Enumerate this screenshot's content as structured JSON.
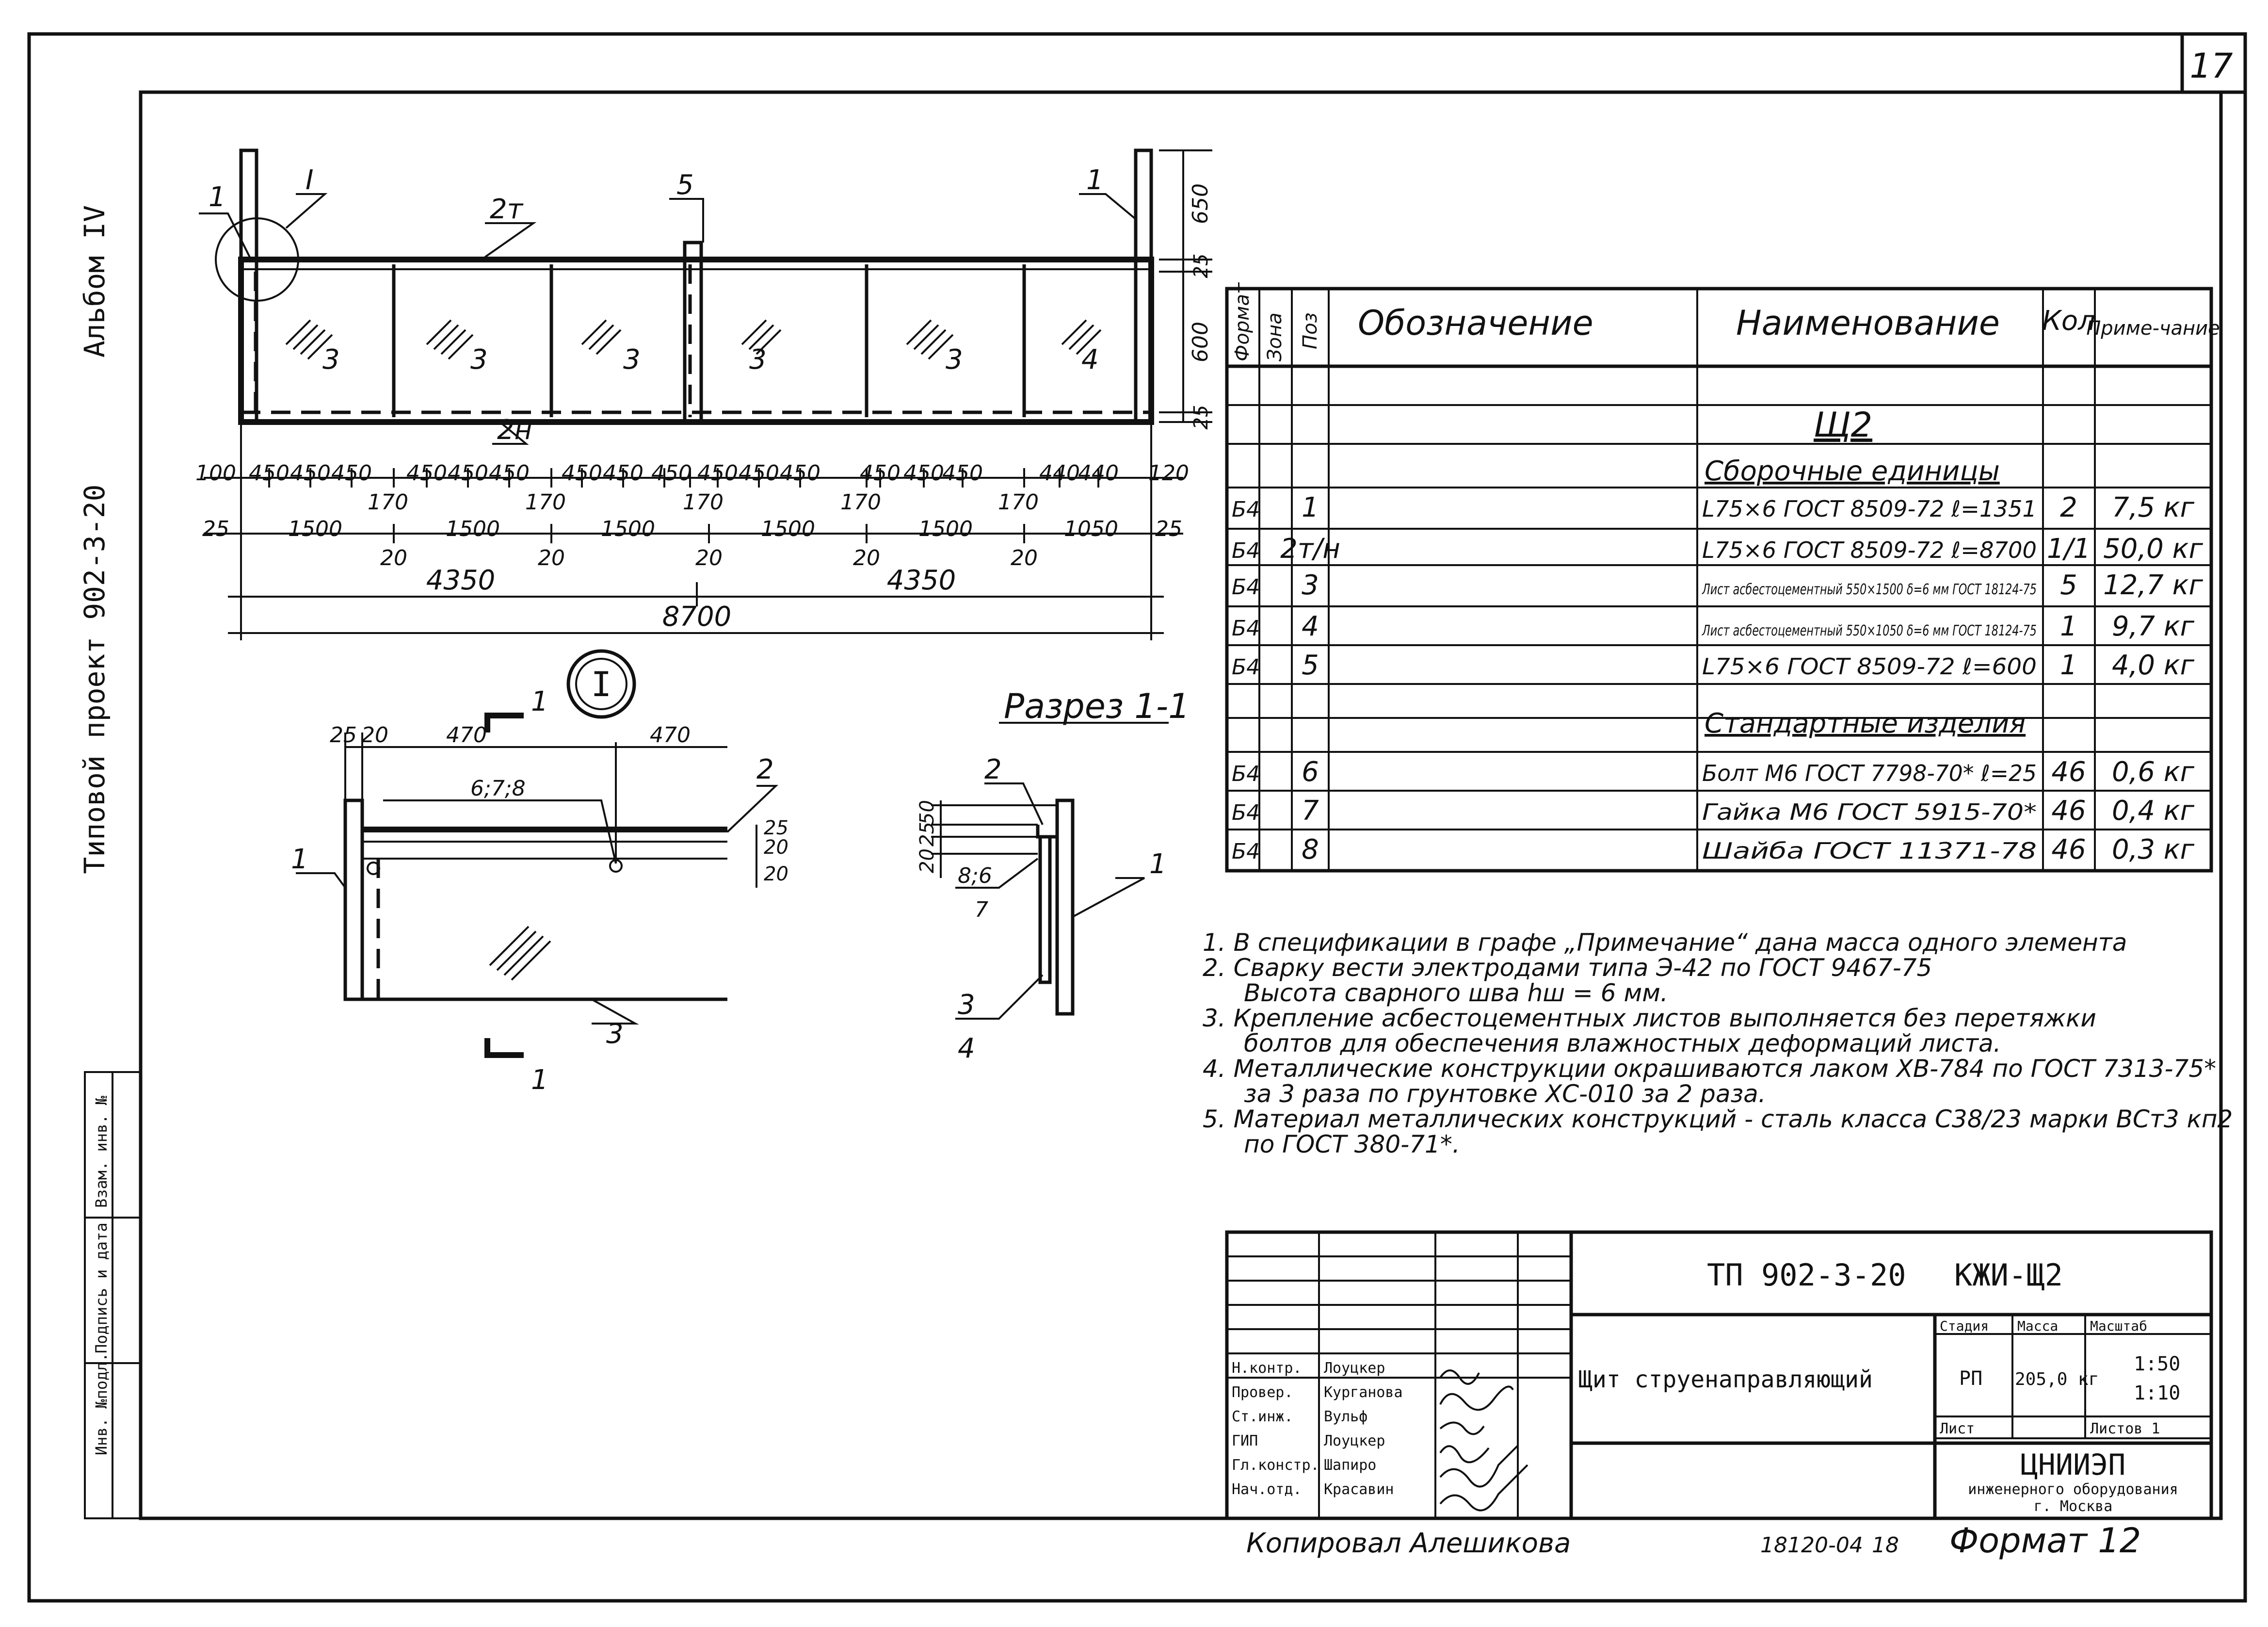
{
  "sheet": {
    "sheet_number": "17",
    "album_label": "Альбом IV",
    "project_label": "Типовой проект 902-3-20",
    "margin_stamp": [
      "Инв. №подл.",
      "Подпись и дата",
      "Взам. инв. №"
    ]
  },
  "elevation": {
    "callouts": [
      "1",
      "I",
      "2т",
      "5",
      "1",
      "2н"
    ],
    "panel_marks": [
      "3",
      "3",
      "3",
      "3",
      "3",
      "4"
    ],
    "right_dims": [
      "650",
      "25",
      "600",
      "25"
    ],
    "row1": [
      "100",
      "450",
      "450",
      "450",
      "450",
      "450",
      "450",
      "450",
      "450",
      "450",
      "450",
      "450",
      "450",
      "450",
      "450",
      "450",
      "440",
      "440",
      "120"
    ],
    "row1_gaps": [
      "170",
      "170",
      "170",
      "170",
      "170"
    ],
    "row2": [
      "25",
      "1500",
      "1500",
      "1500",
      "1500",
      "1500",
      "1050",
      "25"
    ],
    "row2_gaps": [
      "20",
      "20",
      "20",
      "20",
      "20"
    ],
    "row3": [
      "4350",
      "4350"
    ],
    "row4": "8700"
  },
  "detail_I": {
    "title": "I",
    "dims": [
      "25",
      "20",
      "470",
      "470"
    ],
    "weld_label": "6;7;8",
    "section_marker": "1",
    "callouts": [
      "1",
      "2",
      "3"
    ],
    "side_dims": [
      "25",
      "20",
      "20"
    ]
  },
  "section": {
    "title": "Разрез 1-1",
    "callouts": [
      "2",
      "8;6",
      "7",
      "1",
      "3",
      "4"
    ],
    "dims": [
      "20",
      "25",
      "50"
    ]
  },
  "spec": {
    "headers": [
      "Формат",
      "Зона",
      "Поз",
      "Обозначение",
      "Наименование",
      "Кол",
      "Приме-чание"
    ],
    "group_title": "Щ2",
    "sub1": "Сборочные единицы",
    "sub2": "Стандартные изделия",
    "rows": [
      {
        "fmt": "Б4",
        "pos": "1",
        "name": "L75×6 ГОСТ 8509-72 ℓ=1351",
        "qty": "2",
        "note": "7,5 кг"
      },
      {
        "fmt": "Б4",
        "pos": "2т/н",
        "name": "L75×6 ГОСТ 8509-72 ℓ=8700",
        "qty": "1/1",
        "note": "50,0 кг"
      },
      {
        "fmt": "Б4",
        "pos": "3",
        "name": "Лист асбестоцементный 550×1500 δ=6 мм ГОСТ 18124-75",
        "qty": "5",
        "note": "12,7 кг"
      },
      {
        "fmt": "Б4",
        "pos": "4",
        "name": "Лист асбестоцементный 550×1050 δ=6 мм ГОСТ 18124-75",
        "qty": "1",
        "note": "9,7 кг"
      },
      {
        "fmt": "Б4",
        "pos": "5",
        "name": "L75×6 ГОСТ 8509-72 ℓ=600",
        "qty": "1",
        "note": "4,0 кг"
      },
      {
        "fmt": "Б4",
        "pos": "6",
        "name": "Болт М6 ГОСТ 7798-70* ℓ=25",
        "qty": "46",
        "note": "0,6 кг"
      },
      {
        "fmt": "Б4",
        "pos": "7",
        "name": "Гайка М6 ГОСТ 5915-70*",
        "qty": "46",
        "note": "0,4 кг"
      },
      {
        "fmt": "Б4",
        "pos": "8",
        "name": "Шайба ГОСТ 11371-78",
        "qty": "46",
        "note": "0,3 кг"
      }
    ]
  },
  "notes": [
    "1. В спецификации в графе „Примечание“ дана масса одного элемента",
    "2. Сварку вести электродами типа Э-42 по ГОСТ 9467-75",
    "Высота сварного шва hш = 6 мм.",
    "3. Крепление асбестоцементных листов выполняется без перетяжки",
    "болтов для обеспечения влажностных деформаций листа.",
    "4. Металлические конструкции окрашиваются лаком ХВ-784 по ГОСТ 7313-75*",
    "за 3 раза по грунтовке ХС-010 за 2 раза.",
    "5. Материал металлических конструкций - сталь класса С38/23 марки ВСт3 кп2",
    "по ГОСТ 380-71*."
  ],
  "title_block": {
    "project_code": "ТП 902-3-20",
    "drawing_code": "КЖИ-Щ2",
    "drawing_name": "Щит струенаправляющий",
    "stage_label": "Стадия",
    "mass_label": "Масса",
    "scale_label": "Масштаб",
    "stage": "РП",
    "mass": "205,0 кг",
    "scale1": "1:50",
    "scale2": "1:10",
    "sheet_label": "Лист",
    "sheets_label": "Листов 1",
    "org1": "ЦНИИЭП",
    "org2": "инженерного оборудования",
    "org3": "г. Москва",
    "roles": [
      "Н.контр.",
      "Провер.",
      "Ст.инж.",
      "ГИП",
      "Гл.констр.",
      "Нач.отд."
    ],
    "names": [
      "Лоуцкер",
      "Курганова",
      "Вульф",
      "Лоуцкер",
      "Шапиро",
      "Красавин"
    ]
  },
  "footer": {
    "copied": "Копировал Алешикова",
    "order": "18120-04",
    "num": "18",
    "format": "Формат 12"
  }
}
